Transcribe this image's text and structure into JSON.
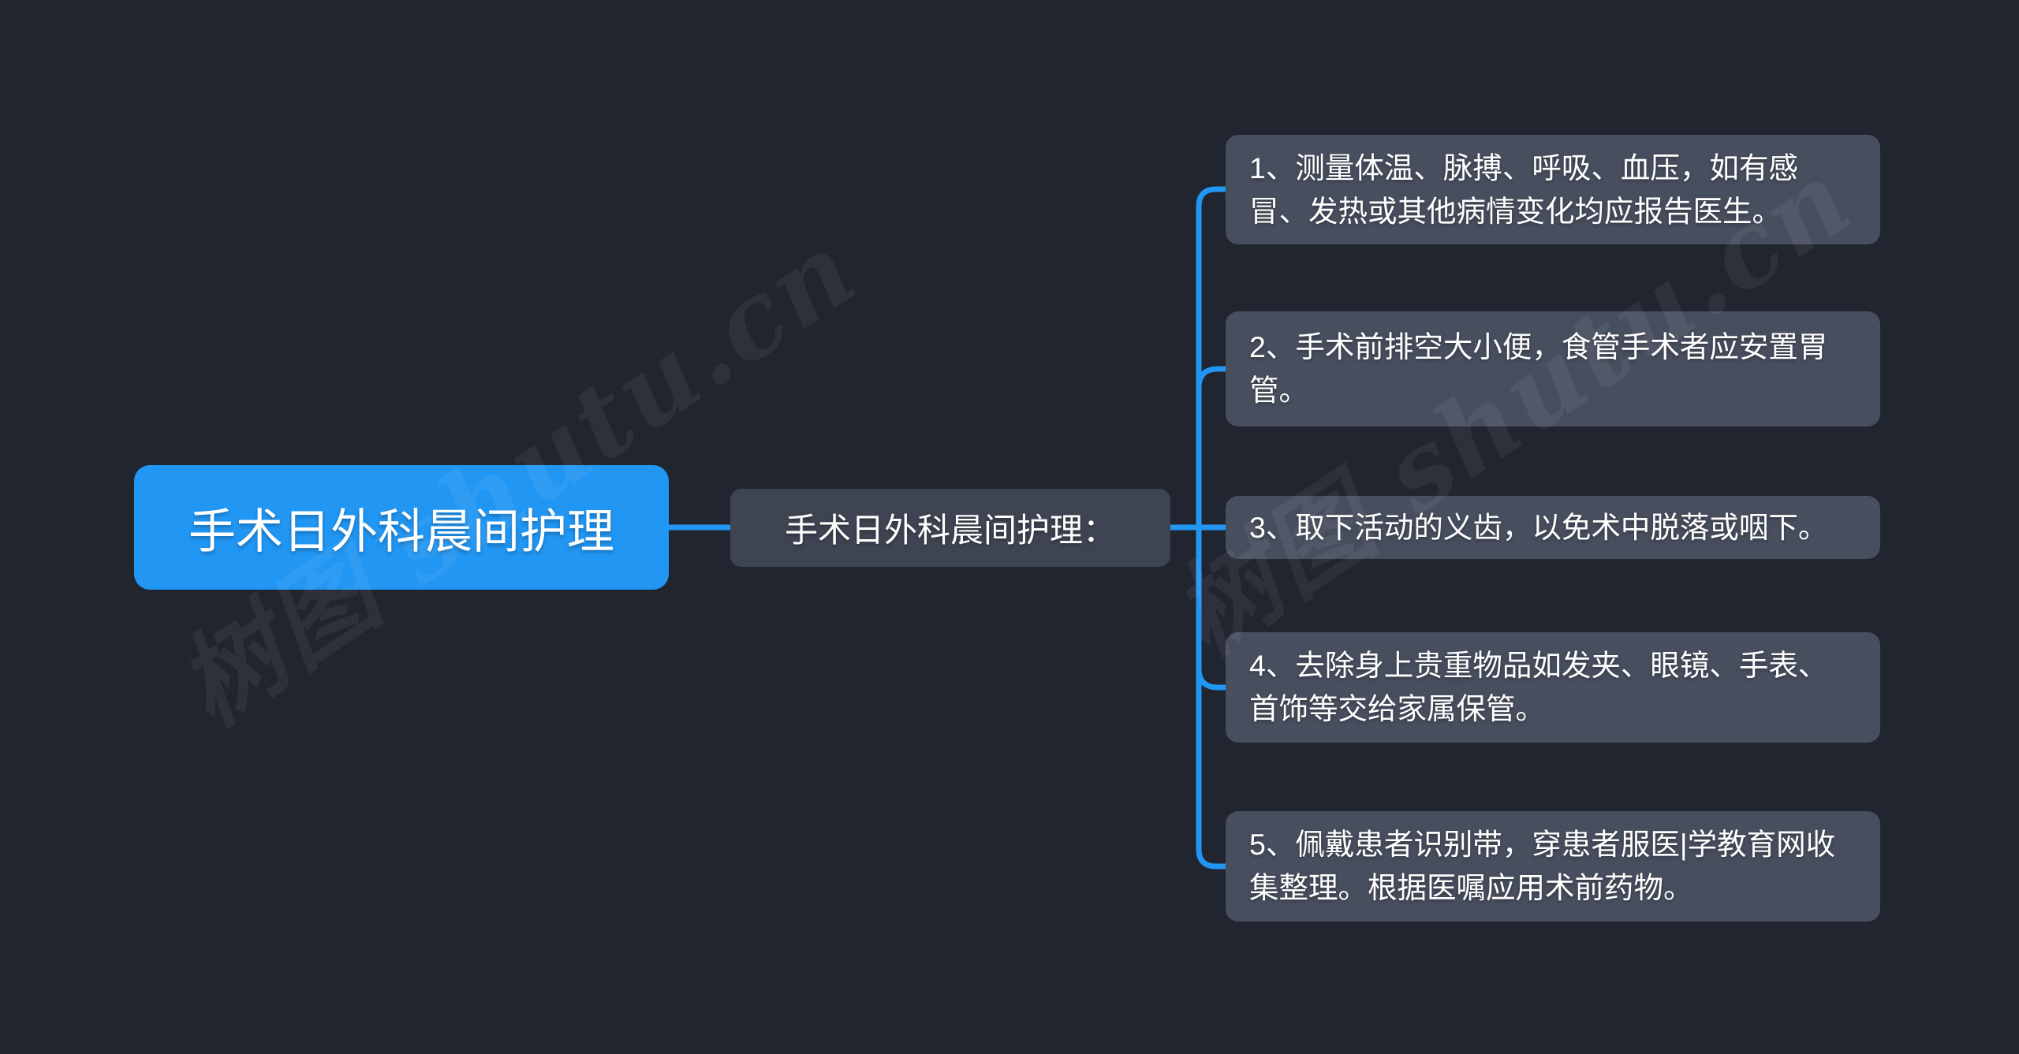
{
  "page": {
    "background_color": "#212530",
    "accent_color": "#2196f3",
    "watermark_text": "树图 shutu.cn"
  },
  "mindmap": {
    "root": {
      "label": "手术日外科晨间护理",
      "color": "#2196f3",
      "text_color": "#ffffff"
    },
    "topic": {
      "label": "手术日外科晨间护理：",
      "color": "#3e4452",
      "text_color": "#ffffff"
    },
    "branches": [
      {
        "label": "1、测量体温、脉搏、呼吸、血压，如有感冒、发热或其他病情变化均应报告医生。"
      },
      {
        "label": "2、手术前排空大小便，食管手术者应安置胃管。"
      },
      {
        "label": "3、取下活动的义齿，以免术中脱落或咽下。"
      },
      {
        "label": "4、去除身上贵重物品如发夹、眼镜、手表、首饰等交给家属保管。"
      },
      {
        "label": "5、佩戴患者识别带，穿患者服医|学教育网收集整理。根据医嘱应用术前药物。"
      }
    ],
    "branch_color": "#474e5e",
    "connector_color": "#2196f3"
  }
}
